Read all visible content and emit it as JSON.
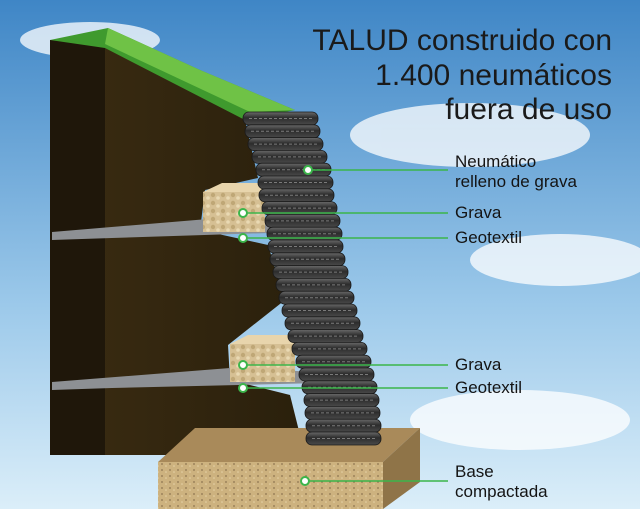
{
  "title": {
    "line1": "TALUD construido con",
    "line2": "1.400 neumáticos",
    "line3": "fuera de uso"
  },
  "labels": {
    "tire": {
      "line1": "Neumático",
      "line2": "relleno de grava"
    },
    "gravel_top": "Grava",
    "geotextile_top": "Geotextil",
    "gravel_bottom": "Grava",
    "geotextile_bottom": "Geotextil",
    "base": {
      "line1": "Base",
      "line2": "compactada"
    }
  },
  "colors": {
    "sky_top": "#3f86c6",
    "sky_bottom": "#d9ecf8",
    "soil": "#2e220d",
    "grass": "#3f9a2e",
    "tire": "#3a3a3a",
    "gravel": "#d8c39a",
    "geotextile": "#8d9094",
    "base": "#c9aa78",
    "leader_line": "#3bb54a"
  }
}
